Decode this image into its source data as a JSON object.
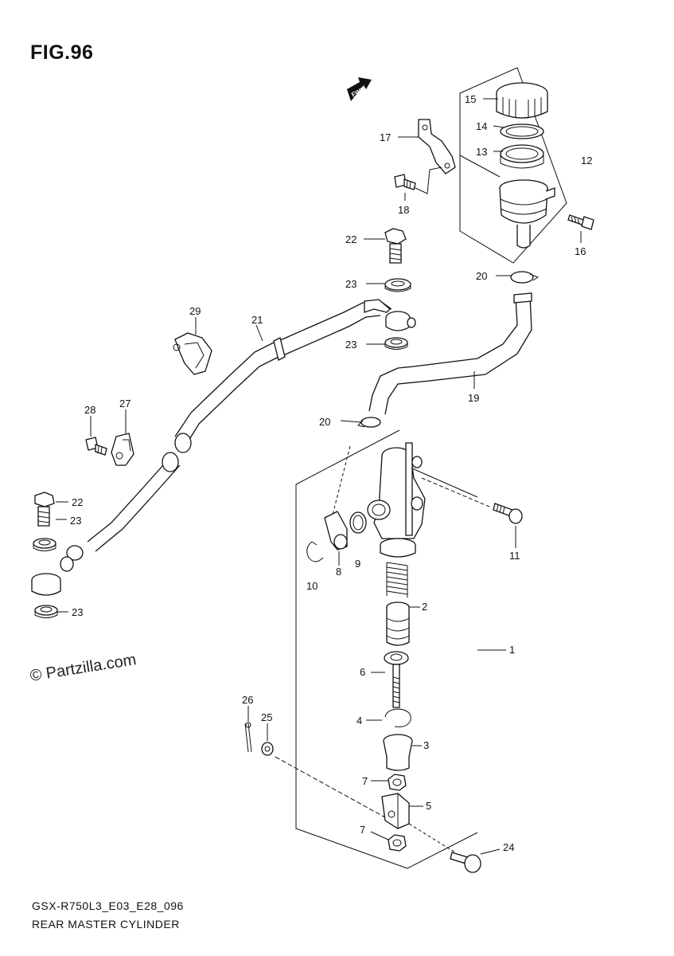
{
  "figure": {
    "title": "FIG.96",
    "code": "GSX-R750L3_E03_E28_096",
    "name": "REAR MASTER CYLINDER",
    "watermark": "© Partzilla.com",
    "fwd_label": "FWD"
  },
  "callouts": {
    "c1": "1",
    "c2": "2",
    "c3": "3",
    "c4": "4",
    "c5": "5",
    "c6": "6",
    "c7a": "7",
    "c7b": "7",
    "c8": "8",
    "c9": "9",
    "c10": "10",
    "c11": "11",
    "c12": "12",
    "c13": "13",
    "c14": "14",
    "c15": "15",
    "c16": "16",
    "c17": "17",
    "c18": "18",
    "c19": "19",
    "c20a": "20",
    "c20b": "20",
    "c21": "21",
    "c22a": "22",
    "c22b": "22",
    "c23a": "23",
    "c23b": "23",
    "c23c": "23",
    "c23d": "23",
    "c24": "24",
    "c25": "25",
    "c26": "26",
    "c27": "27",
    "c28": "28",
    "c29": "29"
  }
}
